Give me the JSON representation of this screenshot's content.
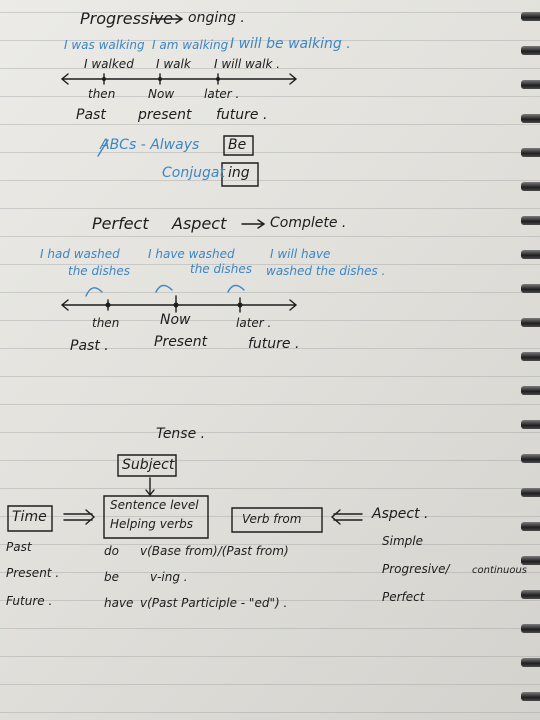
{
  "sections": {
    "progressive": {
      "title": "Progressive",
      "meaning": "onging .",
      "blue_examples": [
        "I was walking",
        "I am walking",
        "I will be walking ."
      ],
      "black_examples": [
        "I walked",
        "I walk",
        "I will walk ."
      ],
      "timeline_labels": [
        "then",
        "Now",
        "later ."
      ],
      "time_labels": [
        "Past",
        "present",
        "future ."
      ],
      "abcs_line": "ABCs - Always",
      "be_box": "Be",
      "conjugate": "Conjugat",
      "ing_box": "ing"
    },
    "perfect": {
      "title_left": "Perfect",
      "title_right": "Aspect",
      "meaning": "Complete .",
      "blue_examples": [
        {
          "line1": "I had washed",
          "line2": "the dishes"
        },
        {
          "line1": "I have washed",
          "line2": "the dishes"
        },
        {
          "line1": "I will have",
          "line2": "washed the dishes ."
        }
      ],
      "timeline_labels": [
        "then",
        "Now",
        "later ."
      ],
      "time_labels": [
        "Past .",
        "Present",
        "future ."
      ]
    },
    "tense": {
      "title": "Tense .",
      "subject_box": "Subject",
      "time_box": "Time",
      "time_items": [
        "Past",
        "Present .",
        "Future ."
      ],
      "center_box_line1": "Sentence level",
      "center_box_line2": "Helping verbs",
      "verb_box": "Verb from",
      "aspect_label": "Aspect .",
      "aspect_items": [
        "Simple",
        "Progresive/",
        "Perfect"
      ],
      "continuous": "continuous",
      "rows": [
        {
          "helper": "do",
          "form": "v(Base from)/(Past from)"
        },
        {
          "helper": "be",
          "form": "v-ing ."
        },
        {
          "helper": "have",
          "form": "v(Past Participle - \"ed\") ."
        }
      ]
    }
  }
}
